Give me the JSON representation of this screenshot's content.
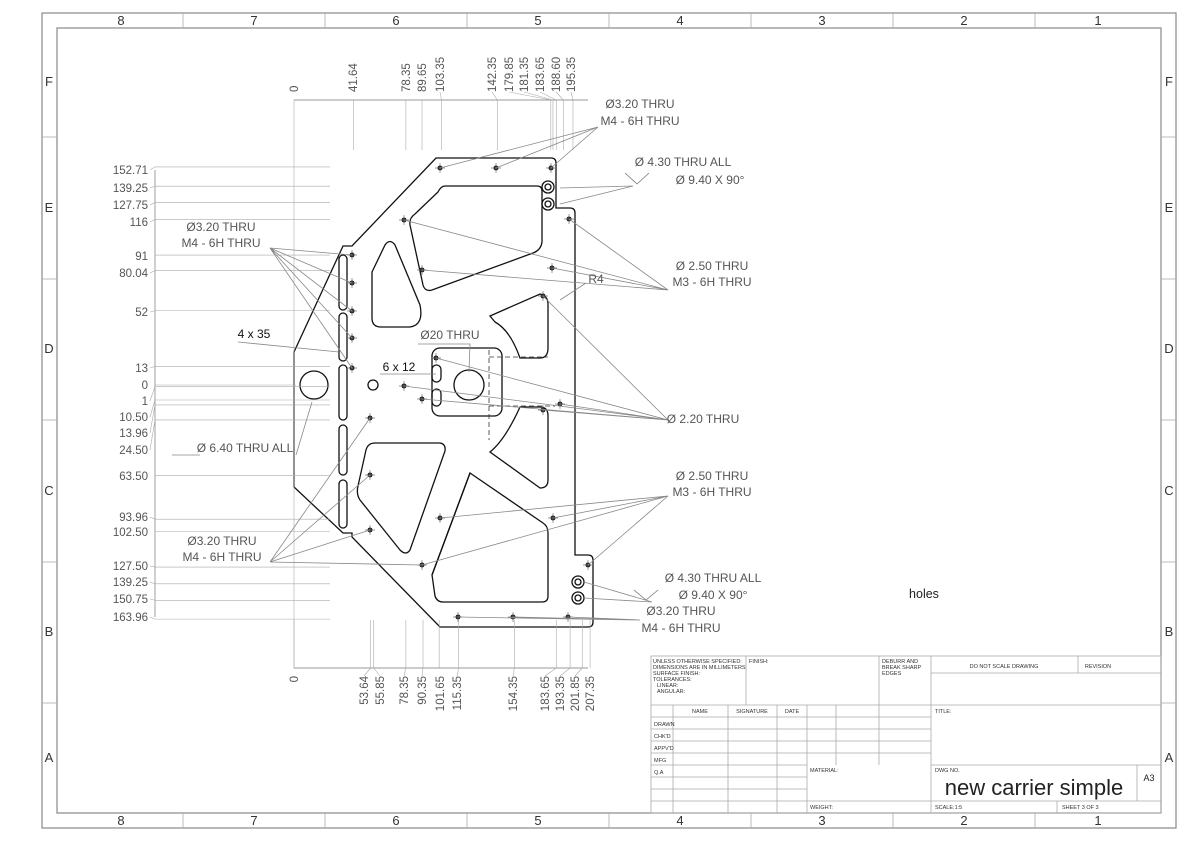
{
  "zones": {
    "columns": [
      "8",
      "7",
      "6",
      "5",
      "4",
      "3",
      "2",
      "1"
    ],
    "rows": [
      "F",
      "E",
      "D",
      "C",
      "B",
      "A"
    ]
  },
  "dims_top": [
    "0",
    "41.64",
    "78.35",
    "89.65",
    "103.35",
    "142.35",
    "179.85",
    "181.35",
    "183.65",
    "188.60",
    "195.35"
  ],
  "dims_bottom": [
    "0",
    "53.64",
    "55.85",
    "78.35",
    "90.35",
    "101.65",
    "115.35",
    "154.35",
    "183.65",
    "193.35",
    "201.85",
    "207.35"
  ],
  "dims_left": [
    "152.71",
    "139.25",
    "127.75",
    "116",
    "91",
    "80.04",
    "52",
    "13",
    "0",
    "1",
    "10.50",
    "13.96",
    "24.50",
    "63.50",
    "93.96",
    "102.50",
    "127.50",
    "139.25",
    "150.75",
    "163.96"
  ],
  "callouts": {
    "m4_top_a": "Ø3.20 THRU",
    "m4_top_b": "M4 - 6H THRU",
    "csk_top_a": "Ø 4.30 THRU ALL",
    "csk_top_b": "Ø 9.40 X 90°",
    "m4_left_a": "Ø3.20 THRU",
    "m4_left_b": "M4 - 6H THRU",
    "m3_upper_a": "Ø 2.50 THRU",
    "m3_upper_b": "M3 - 6H THRU",
    "r4": "R4",
    "slot_4x35": "4 x 35",
    "center_hole": "Ø20 THRU",
    "slot_6x12": "6 x 12",
    "small_holes": "Ø 2.20 THRU",
    "big_side_hole": "Ø 6.40 THRU ALL",
    "m3_lower_a": "Ø 2.50 THRU",
    "m3_lower_b": "M3 - 6H THRU",
    "m4_lowleft_a": "Ø3.20 THRU",
    "m4_lowleft_b": "M4 - 6H THRU",
    "csk_bot_a": "Ø 4.30 THRU ALL",
    "csk_bot_b": "Ø 9.40 X 90°",
    "m4_bot_a": "Ø3.20 THRU",
    "m4_bot_b": "M4 - 6H THRU"
  },
  "view_label": "holes",
  "title_block": {
    "general_notes": [
      "UNLESS OTHERWISE SPECIFIED:",
      "DIMENSIONS ARE IN MILLIMETERS",
      "SURFACE FINISH:",
      "TOLERANCES:",
      "LINEAR:",
      "ANGULAR:"
    ],
    "finish": "FINISH:",
    "deburr": [
      "DEBURR AND",
      "BREAK SHARP",
      "EDGES"
    ],
    "do_not_scale": "DO NOT SCALE DRAWING",
    "revision": "REVISION",
    "col_name": "NAME",
    "col_signature": "SIGNATURE",
    "col_date": "DATE",
    "rows": [
      "DRAWN",
      "CHK'D",
      "APPV'D",
      "MFG",
      "Q.A"
    ],
    "title_label": "TITLE:",
    "material": "MATERIAL:",
    "weight": "WEIGHT:",
    "dwg_no_label": "DWG NO.",
    "dwg_name": "new carrier simple",
    "size": "A3",
    "scale": "SCALE:1:5",
    "sheet": "SHEET 3 OF 3"
  },
  "colors": {
    "line": "#111111",
    "dimension": "#777777",
    "frame": "#888888"
  }
}
